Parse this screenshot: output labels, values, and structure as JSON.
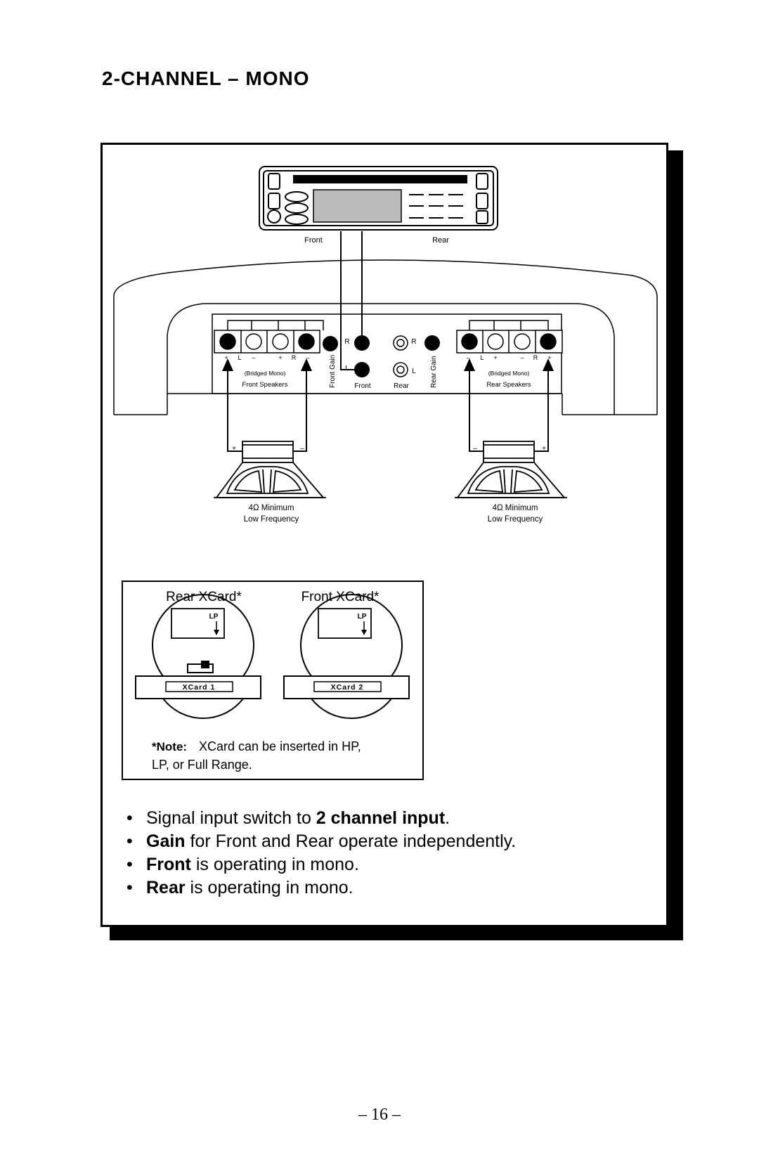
{
  "page": {
    "title": "2-CHANNEL – MONO",
    "number": "– 16 –"
  },
  "head_unit": {
    "front_label": "Front",
    "rear_label": "Rear"
  },
  "amplifier": {
    "front_terminal_signs": [
      "+",
      "L",
      "–",
      "+",
      "R",
      "–"
    ],
    "rear_terminal_signs": [
      "–",
      "L",
      "+",
      "–",
      "R",
      "+"
    ],
    "front_bridged": "(Bridged Mono)",
    "front_speakers": "Front Speakers",
    "rear_bridged": "(Bridged Mono)",
    "rear_speakers": "Rear Speakers",
    "front_gain": "Front Gain",
    "rear_gain": "Rear Gain",
    "front_input_r": "R",
    "front_input_l": "L",
    "rear_input_r": "R",
    "rear_input_l": "L",
    "front_input": "Front",
    "rear_input": "Rear"
  },
  "speakers": {
    "left": {
      "plus": "+",
      "minus": "–",
      "line1": "4Ω Minimum",
      "line2": "Low Frequency"
    },
    "right": {
      "plus": "+",
      "minus": "–",
      "line1": "4Ω Minimum",
      "line2": "Low Frequency"
    }
  },
  "xcard": {
    "rear_title": "Rear XCard*",
    "front_title": "Front XCard*",
    "rear_switch": "LP",
    "front_switch": "LP",
    "card1": "XCard 1",
    "card2": "XCard 2",
    "note_label": "*Note:",
    "note_line1": "XCard can be inserted in HP,",
    "note_line2": "LP, or Full Range."
  },
  "bullets": [
    {
      "before": "Signal input switch to ",
      "bold": "2 channel input",
      "after": "."
    },
    {
      "before": "",
      "bold": "Gain",
      "after": " for Front and Rear operate independently."
    },
    {
      "before": "",
      "bold": "Front",
      "after": " is operating in mono."
    },
    {
      "before": "",
      "bold": "Rear",
      "after": " is operating in mono."
    }
  ],
  "bullet_glyph": "•"
}
